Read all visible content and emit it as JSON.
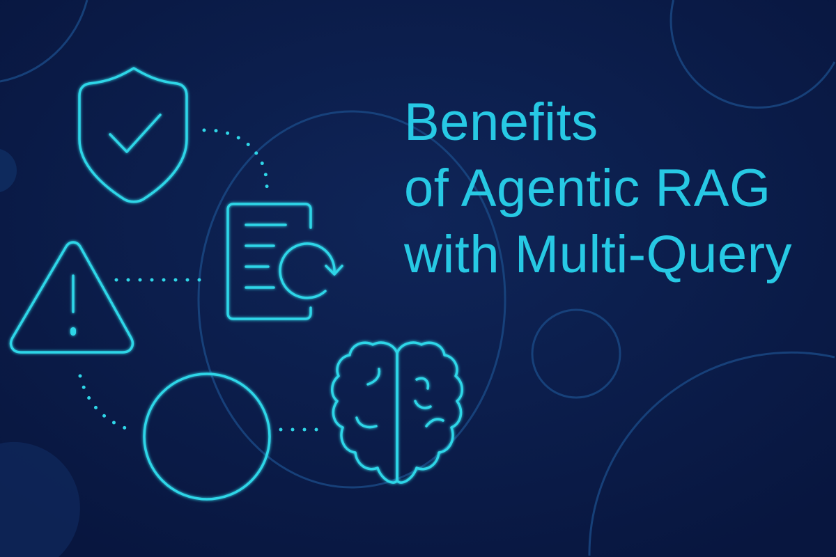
{
  "title": {
    "lines": [
      "Benefits",
      "of Agentic RAG",
      "with Multi-Query"
    ]
  },
  "colors": {
    "background": "#0a1a48",
    "accent": "#2fd6e8",
    "title": "#27c9e4",
    "decor": "#1a4a86"
  },
  "icons": [
    "shield-check-icon",
    "warning-triangle-icon",
    "document-refresh-icon",
    "circle-icon",
    "brain-icon"
  ]
}
